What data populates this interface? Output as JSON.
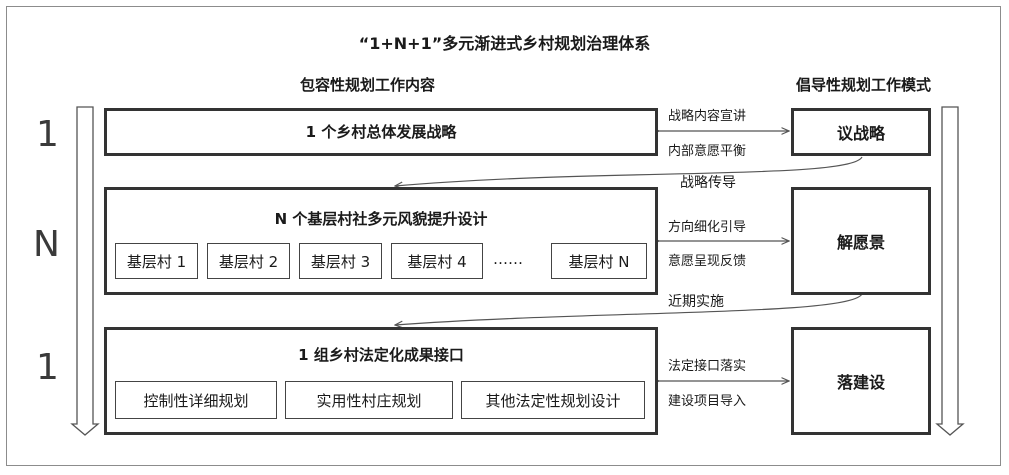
{
  "title": "“1+N+1”多元渐进式乡村规划治理体系",
  "left_header": "包容性规划工作内容",
  "right_header": "倡导性规划工作模式",
  "levels": [
    "1",
    "N",
    "1"
  ],
  "boxes": [
    {
      "title": "1 个乡村总体发展战略",
      "items": []
    },
    {
      "title": "N 个基层村社多元风貌提升设计",
      "items": [
        "基层村 1",
        "基层村 2",
        "基层村 3",
        "基层村 4",
        "基层村 N"
      ],
      "ellipsis": "……"
    },
    {
      "title": "1 组乡村法定化成果接口",
      "items": [
        "控制性详细规划",
        "实用性村庄规划",
        "其他法定性规划设计"
      ]
    }
  ],
  "modes": [
    "议战略",
    "解愿景",
    "落建设"
  ],
  "links": [
    {
      "top": "战略内容宣讲",
      "bottom": "内部意愿平衡"
    },
    {
      "top": "方向细化引导",
      "bottom": "意愿呈现反馈"
    },
    {
      "top": "法定接口落实",
      "bottom": "建设项目导入"
    }
  ],
  "transitions": [
    "战略传导",
    "近期实施"
  ]
}
